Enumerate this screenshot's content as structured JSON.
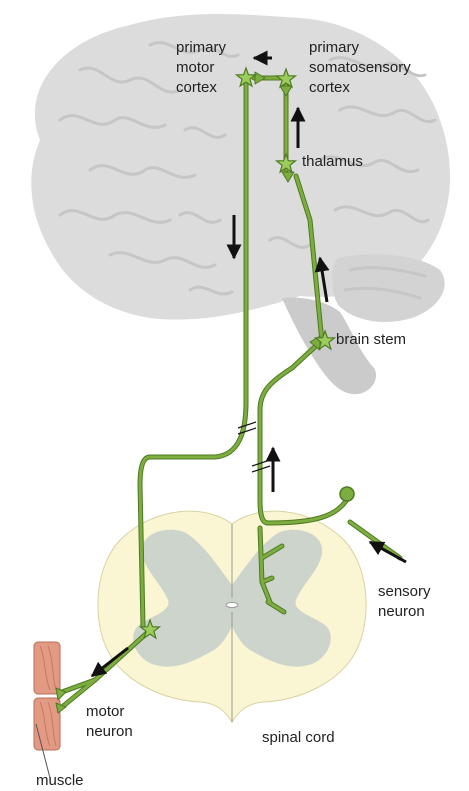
{
  "labels": {
    "primary_motor_cortex": "primary\nmotor\ncortex",
    "primary_somatosensory_cortex": "primary\nsomatosensory\ncortex",
    "thalamus": "thalamus",
    "brain_stem": "brain stem",
    "sensory_neuron": "sensory\nneuron",
    "motor_neuron": "motor\nneuron",
    "spinal_cord": "spinal cord",
    "muscle": "muscle"
  },
  "colors": {
    "brain": "#dcdcdc",
    "brain_folds": "#c9c9c9",
    "spinal_white_matter": "#faf5d2",
    "spinal_grey_matter": "#cdd4cc",
    "nerve": "#7cad3e",
    "nerve_outline": "#4e7a24",
    "muscle": "#e39a82",
    "arrow": "#111111"
  }
}
